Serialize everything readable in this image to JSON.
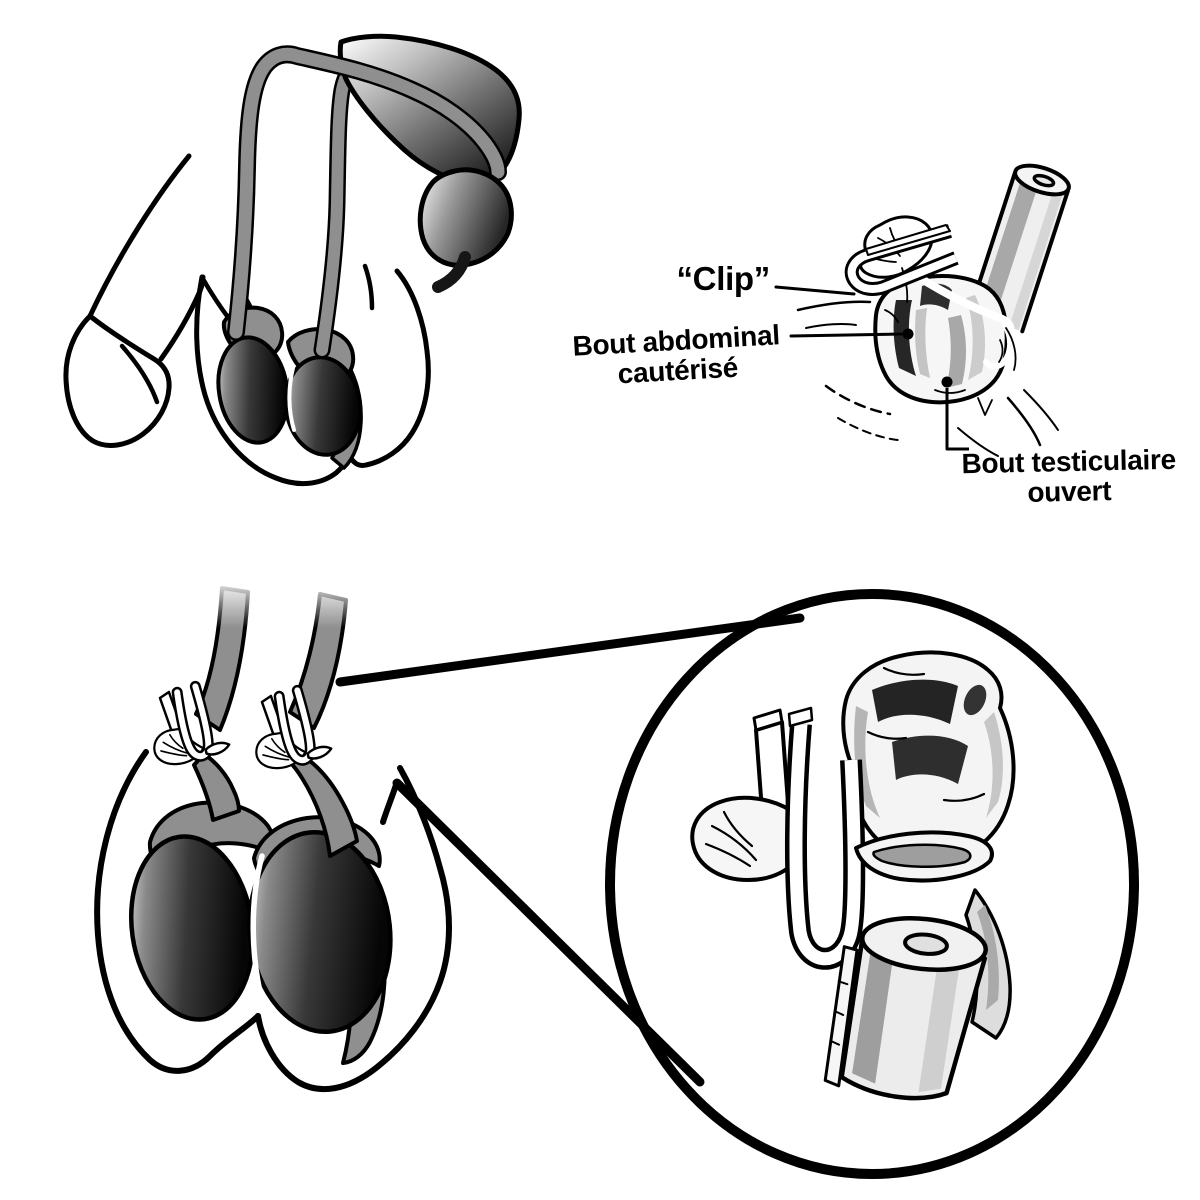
{
  "figure": {
    "background_color": "#ffffff",
    "ink_color": "#000000",
    "duct_gray": "#8f8f8f",
    "labels": {
      "clip": "“Clip”",
      "abdominal_end": "Bout abdominal\ncautérisé",
      "testicular_end": "Bout testiculaire\nouvert"
    }
  }
}
